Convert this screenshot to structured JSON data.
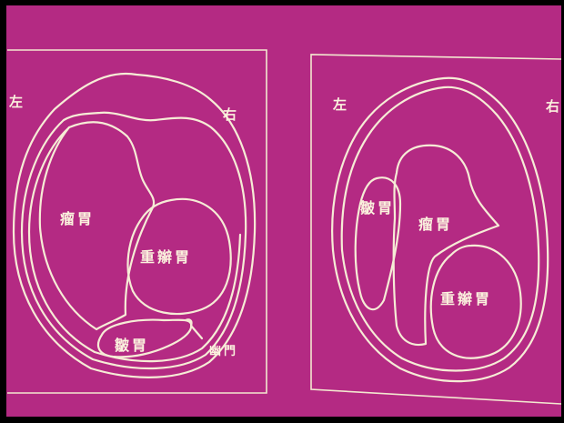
{
  "colors": {
    "background": "#b42a83",
    "border": "#000000",
    "line": "#f6ecd6"
  },
  "left_panel": {
    "side_left": "左",
    "side_right": "右",
    "rumen": "瘤胃",
    "omasum": "重辮胃",
    "abomasum": "皺胃",
    "pylorus": "幽門"
  },
  "right_panel": {
    "side_left": "左",
    "side_right": "右",
    "rumen": "瘤胃",
    "omasum": "重辮胃",
    "abomasum": "皺胃"
  }
}
